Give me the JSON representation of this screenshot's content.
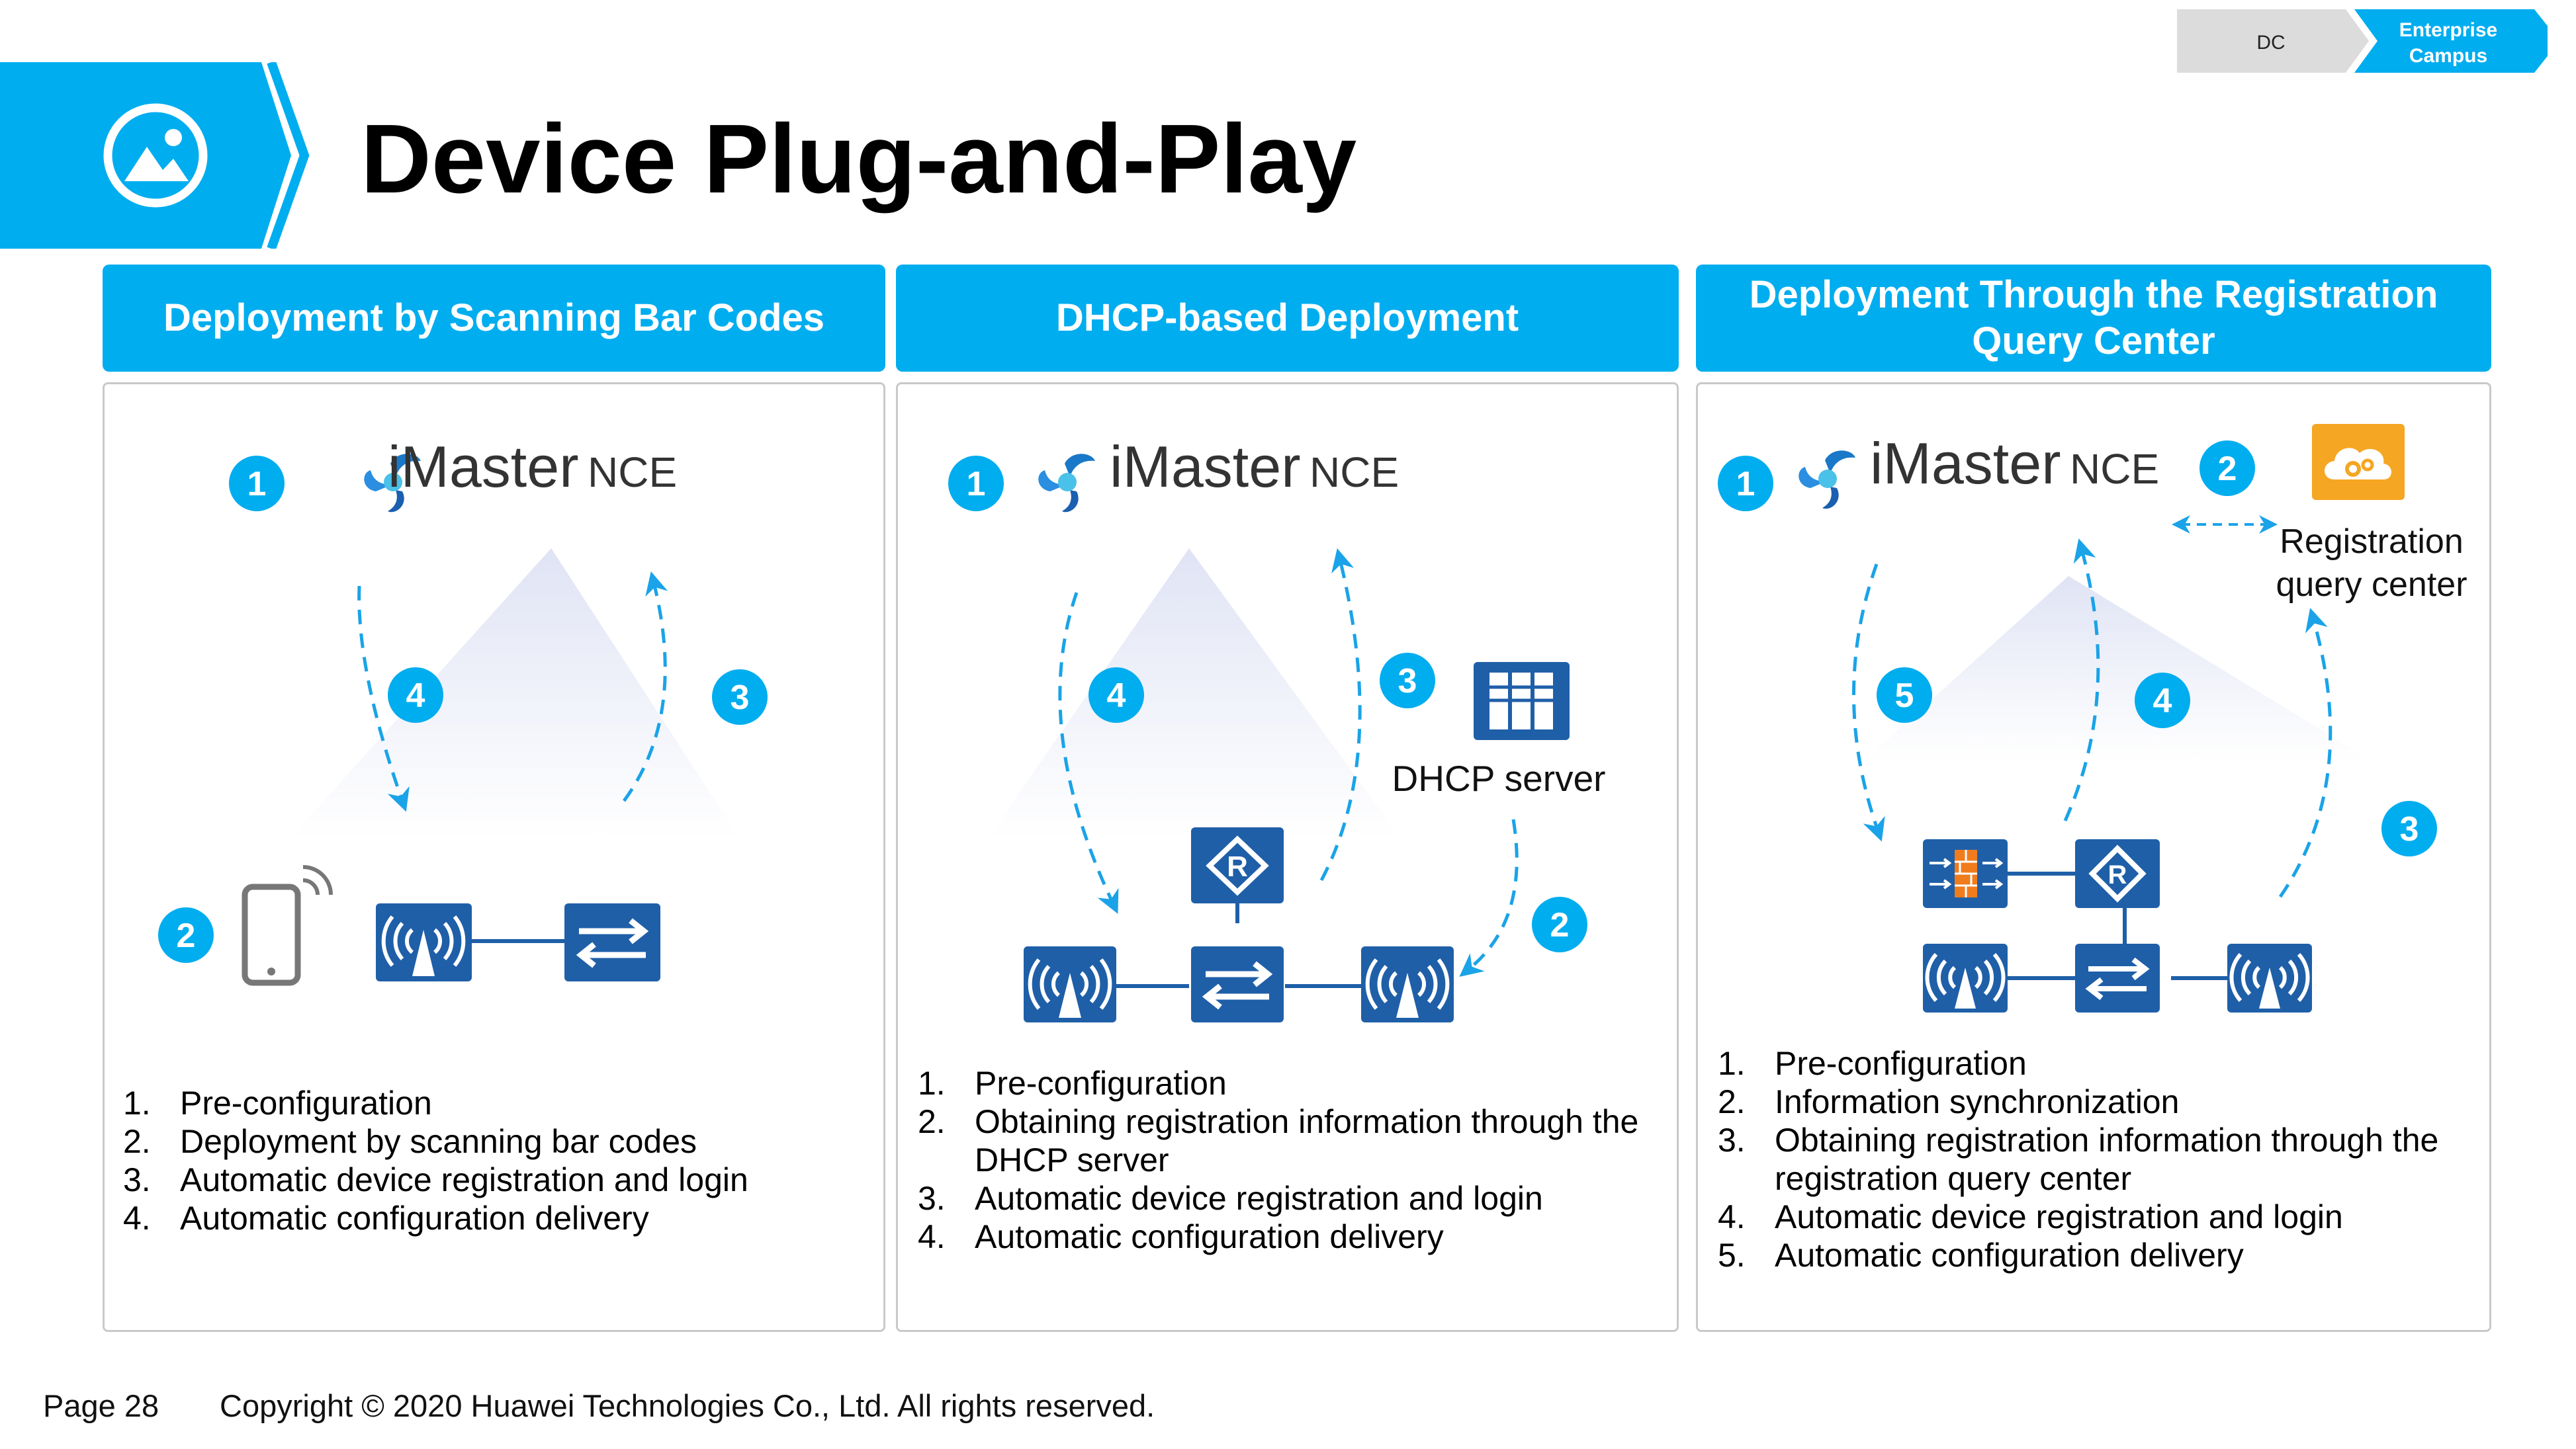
{
  "breadcrumb": {
    "step1": "DC",
    "step2_line1": "Enterprise",
    "step2_line2": "Campus"
  },
  "title": "Device Plug-and-Play",
  "icons": {
    "title": "picture-icon",
    "nce": "imaster-nce-logo",
    "phone": "phone-icon",
    "ap": "wireless-ap-icon",
    "switch": "switch-icon",
    "router": "router-icon",
    "firewall": "firewall-icon",
    "server": "server-icon",
    "cloud": "cloud-gear-icon"
  },
  "colors": {
    "accent": "#00adef",
    "device_blue": "#1f5fa8",
    "arrow": "#1aa3e8",
    "cloud_orange": "#f5a623"
  },
  "logo": {
    "main": "iMaster",
    "suffix": "NCE"
  },
  "panels": [
    {
      "header": "Deployment by Scanning Bar Codes",
      "badges": [
        "1",
        "2",
        "3",
        "4"
      ],
      "steps": [
        {
          "num": "1.",
          "text": "Pre-configuration"
        },
        {
          "num": "2.",
          "text": "Deployment by scanning bar codes"
        },
        {
          "num": "3.",
          "text": "Automatic device registration and login"
        },
        {
          "num": "4.",
          "text": "Automatic configuration delivery"
        }
      ]
    },
    {
      "header": "DHCP-based Deployment",
      "badges": [
        "1",
        "2",
        "3",
        "4"
      ],
      "server_label": "DHCP server",
      "steps": [
        {
          "num": "1.",
          "text": "Pre-configuration"
        },
        {
          "num": "2.",
          "text": "Obtaining registration information through the DHCP server"
        },
        {
          "num": "3.",
          "text": "Automatic device registration and login"
        },
        {
          "num": "4.",
          "text": "Automatic configuration delivery"
        }
      ]
    },
    {
      "header": "Deployment Through the Registration Query Center",
      "badges": [
        "1",
        "2",
        "3",
        "4",
        "5"
      ],
      "center_label_line1": "Registration",
      "center_label_line2": "query center",
      "steps": [
        {
          "num": "1.",
          "text": "Pre-configuration"
        },
        {
          "num": "2.",
          "text": "Information synchronization"
        },
        {
          "num": "3.",
          "text": "Obtaining registration information through the registration query center"
        },
        {
          "num": "4.",
          "text": "Automatic device registration and login"
        },
        {
          "num": "5.",
          "text": "Automatic configuration delivery"
        }
      ]
    }
  ],
  "footer": {
    "page": "Page 28",
    "copyright": "Copyright © 2020 Huawei Technologies Co., Ltd. All rights reserved."
  }
}
